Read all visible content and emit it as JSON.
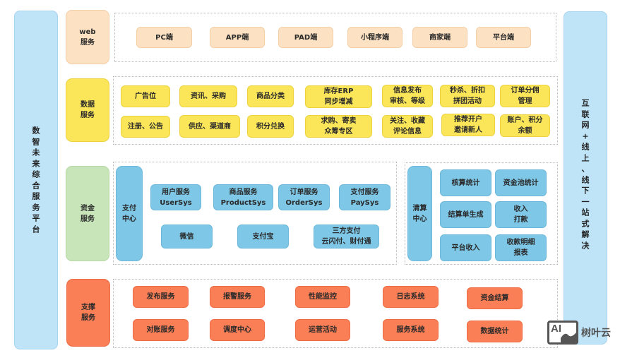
{
  "left_bar": {
    "label": "数\n智\n未\n来\n综\n合\n服\n务\n平\n台"
  },
  "right_bar": {
    "label": "互\n联\n网\n+\n线\n上\n、\n线\n下\n一\n站\n式\n解\n决"
  },
  "layers": {
    "web": {
      "label": "web\n服务",
      "items": [
        "PC端",
        "APP端",
        "PAD端",
        "小程序端",
        "商家端",
        "平台端"
      ]
    },
    "data": {
      "label": "数据\n服务",
      "items": [
        "广告位",
        "资讯、采购",
        "商品分类",
        "库存ERP\n同步增减",
        "信息发布\n审核、等级",
        "秒杀、折扣\n拼团活动",
        "订单分佣\n管理",
        "注册、公告",
        "供应、渠道商",
        "积分兑换",
        "求购、寄卖\n众筹专区",
        "关注、收藏\n评论信息",
        "推荐开户\n邀请新人",
        "账户、积分\n余额"
      ]
    },
    "fund": {
      "label": "资金\n服务",
      "payment_center": {
        "label": "支付\n中心",
        "items": [
          "用户服务\nUserSys",
          "商品服务\nProductSys",
          "订单服务\nOrderSys",
          "支付服务\nPaySys",
          "微信",
          "支付宝",
          "三方支付\n云闪付、财付通"
        ]
      },
      "clearing_center": {
        "label": "清算\n中心",
        "items": [
          "核算统计",
          "资金池统计",
          "结算单生成",
          "收入\n打款",
          "平台收入",
          "收款明细\n报表"
        ]
      }
    },
    "support": {
      "label": "支撑\n服务",
      "items": [
        "发布服务",
        "报警服务",
        "性能监控",
        "日志系统",
        "资金结算",
        "对账服务",
        "调度中心",
        "运营活动",
        "服务系统",
        "数据统计"
      ]
    }
  },
  "watermark": {
    "icon_text": "AI",
    "text": "树叶云"
  },
  "colors": {
    "side_bar": "#bfe3f7",
    "web": "#fce1c3",
    "data": "#fbe65a",
    "fund": "#c7e5b9",
    "fund_items": "#7ec7e6",
    "support": "#fb7f56"
  }
}
